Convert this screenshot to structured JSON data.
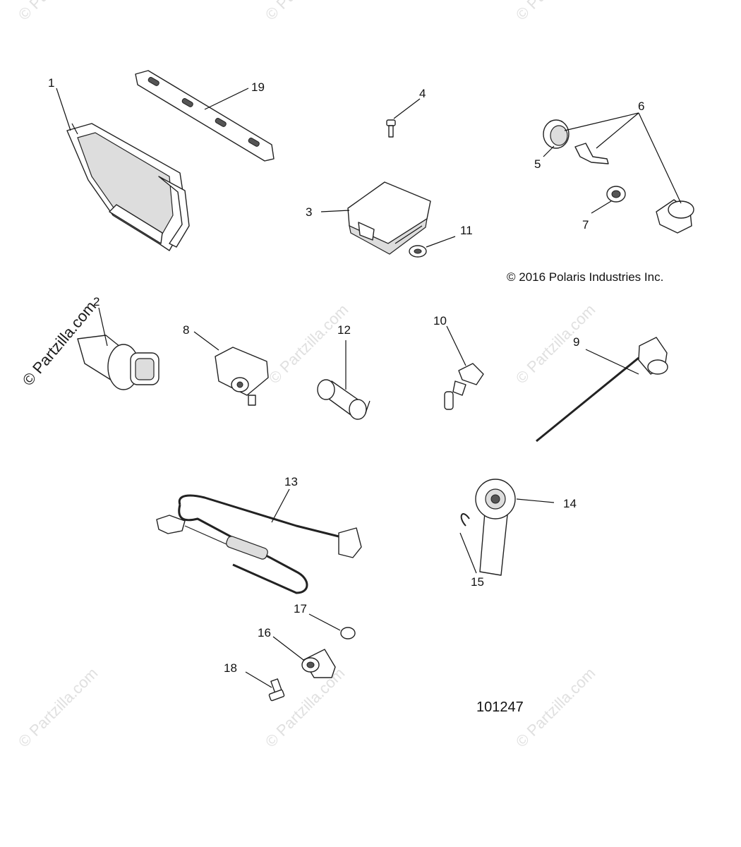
{
  "diagram": {
    "copyright": "© 2016 Polaris Industries Inc.",
    "figure_number": "101247",
    "watermark": "© Partzilla.com",
    "callouts": [
      "1",
      "2",
      "3",
      "4",
      "5",
      "6",
      "7",
      "8",
      "9",
      "10",
      "11",
      "12",
      "13",
      "14",
      "15",
      "16",
      "17",
      "18",
      "19"
    ]
  }
}
